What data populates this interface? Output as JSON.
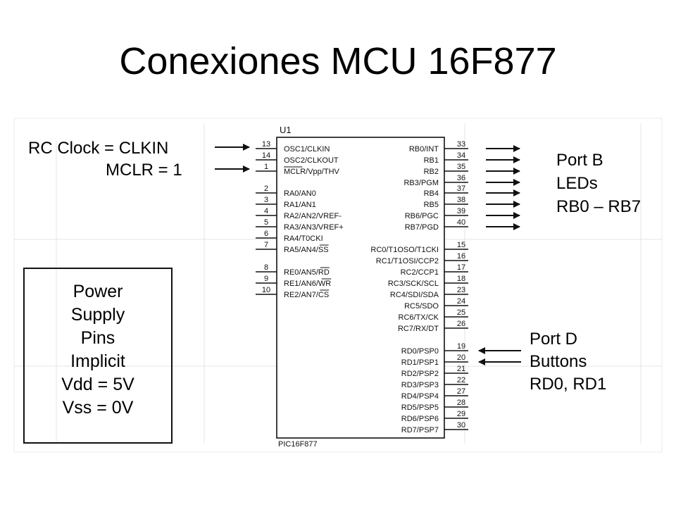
{
  "title": "Conexiones MCU 16F877",
  "chip": {
    "ref": "U1",
    "part": "PIC16F877",
    "left_pins": [
      {
        "num": "13",
        "name": "OSC1/CLKIN"
      },
      {
        "num": "14",
        "name": "OSC2/CLKOUT"
      },
      {
        "num": "1",
        "name": "MCLR/Vpp/THV"
      },
      {
        "num": "2",
        "name": "RA0/AN0"
      },
      {
        "num": "3",
        "name": "RA1/AN1"
      },
      {
        "num": "4",
        "name": "RA2/AN2/VREF-"
      },
      {
        "num": "5",
        "name": "RA3/AN3/VREF+"
      },
      {
        "num": "6",
        "name": "RA4/T0CKI"
      },
      {
        "num": "7",
        "name": "RA5/AN4/SS"
      },
      {
        "num": "8",
        "name": "RE0/AN5/RD"
      },
      {
        "num": "9",
        "name": "RE1/AN6/WR"
      },
      {
        "num": "10",
        "name": "RE2/AN7/CS"
      }
    ],
    "right_pins": [
      {
        "num": "33",
        "name": "RB0/INT"
      },
      {
        "num": "34",
        "name": "RB1"
      },
      {
        "num": "35",
        "name": "RB2"
      },
      {
        "num": "36",
        "name": "RB3/PGM"
      },
      {
        "num": "37",
        "name": "RB4"
      },
      {
        "num": "38",
        "name": "RB5"
      },
      {
        "num": "39",
        "name": "RB6/PGC"
      },
      {
        "num": "40",
        "name": "RB7/PGD"
      },
      {
        "num": "15",
        "name": "RC0/T1OSO/T1CKI"
      },
      {
        "num": "16",
        "name": "RC1/T1OSI/CCP2"
      },
      {
        "num": "17",
        "name": "RC2/CCP1"
      },
      {
        "num": "18",
        "name": "RC3/SCK/SCL"
      },
      {
        "num": "23",
        "name": "RC4/SDI/SDA"
      },
      {
        "num": "24",
        "name": "RC5/SDO"
      },
      {
        "num": "25",
        "name": "RC6/TX/CK"
      },
      {
        "num": "26",
        "name": "RC7/RX/DT"
      },
      {
        "num": "19",
        "name": "RD0/PSP0"
      },
      {
        "num": "20",
        "name": "RD1/PSP1"
      },
      {
        "num": "21",
        "name": "RD2/PSP2"
      },
      {
        "num": "22",
        "name": "RD3/PSP3"
      },
      {
        "num": "27",
        "name": "RD4/PSP4"
      },
      {
        "num": "28",
        "name": "RD5/PSP5"
      },
      {
        "num": "29",
        "name": "RD6/PSP6"
      },
      {
        "num": "30",
        "name": "RD7/PSP7"
      }
    ]
  },
  "annotations": {
    "clock": "RC Clock = CLKIN",
    "mclr": "MCLR = 1",
    "port_b": [
      "Port B",
      "LEDs",
      "RB0 – RB7"
    ],
    "port_d": [
      "Port D",
      "Buttons",
      "RD0, RD1"
    ],
    "power": [
      "Power",
      "Supply",
      "Pins",
      "Implicit",
      "Vdd = 5V",
      "Vss = 0V"
    ]
  }
}
